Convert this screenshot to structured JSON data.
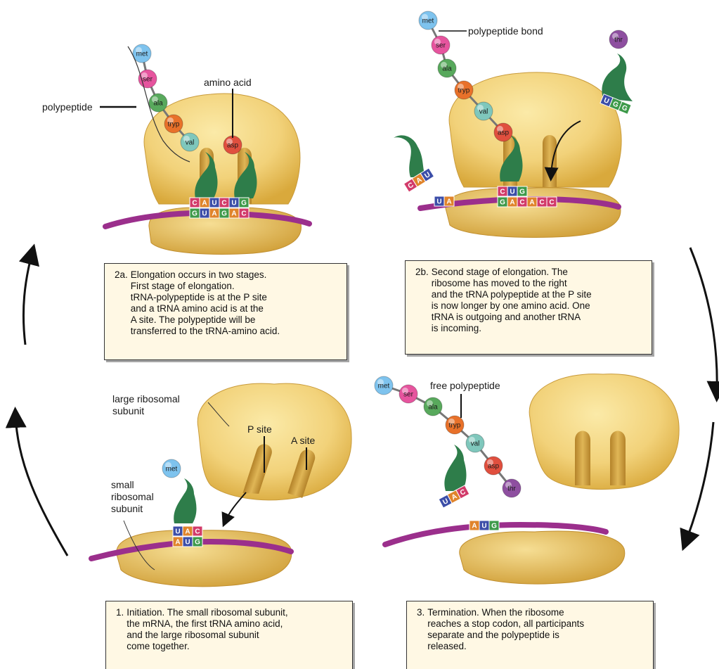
{
  "colors": {
    "ribosome_large": "#F2D27A",
    "ribosome_small": "#EBC86A",
    "mrna": "#9B2F8C",
    "trna": "#2E7D4A",
    "caption_bg": "#FFF8E4",
    "base_U": "#3C4EA8",
    "base_A": "#E0842B",
    "base_G": "#3E9A4A",
    "base_C": "#D23B6A"
  },
  "amino_acid_colors": {
    "met": "#7EC3EE",
    "ser": "#E6549E",
    "ala": "#58A95C",
    "tryp": "#E8712A",
    "val": "#7FC7BC",
    "asp": "#E04F3E",
    "thr": "#8E4FA0"
  },
  "panels": {
    "elongation_1": {
      "labels": {
        "polypeptide": "polypeptide",
        "amino_acid": "amino acid"
      },
      "chain": [
        "met",
        "ser",
        "ala",
        "tryp",
        "val"
      ],
      "incoming": "asp",
      "codons_top": [
        "C",
        "A",
        "U",
        "C",
        "U",
        "G"
      ],
      "codons_bottom": [
        "G",
        "U",
        "A",
        "G",
        "A",
        "C"
      ],
      "caption_num": "2a.",
      "caption": "Elongation occurs in two stages.\nFirst stage of elongation.\ntRNA-polypeptide is at the P site\nand a tRNA amino acid is at the\nA site. The polypeptide will be\ntransferred to the tRNA-amino acid."
    },
    "elongation_2": {
      "labels": {
        "polypeptide_bond": "polypeptide bond"
      },
      "chain": [
        "met",
        "ser",
        "ala",
        "tryp",
        "val",
        "asp"
      ],
      "incoming": "thr",
      "outgoing_anticodon": [
        "C",
        "A",
        "U"
      ],
      "incoming_anticodon": [
        "U",
        "G",
        "G"
      ],
      "codons_top": [
        "C",
        "U",
        "G"
      ],
      "codons_bottom": [
        "G",
        "A",
        "C",
        "A",
        "C",
        "C"
      ],
      "mrna_left": [
        "U",
        "A"
      ],
      "caption_num": "2b.",
      "caption": "Second stage of elongation. The\nribosome has moved to the right\nand the tRNA polypeptide at the P site\nis now longer by one amino acid. One\ntRNA is outgoing and another tRNA\nis incoming."
    },
    "initiation": {
      "labels": {
        "large_subunit": "large ribosomal\nsubunit",
        "small_subunit": "small\nribosomal\nsubunit",
        "p_site": "P site",
        "a_site": "A site"
      },
      "first_aa": "met",
      "anticodon": [
        "U",
        "A",
        "C"
      ],
      "codon": [
        "A",
        "U",
        "G"
      ],
      "caption_num": "1.",
      "caption": "Initiation. The small ribosomal subunit,\nthe mRNA, the first tRNA amino acid,\nand the large ribosomal subunit\ncome together."
    },
    "termination": {
      "labels": {
        "free_polypeptide": "free polypeptide"
      },
      "chain": [
        "met",
        "ser",
        "ala",
        "tryp",
        "val",
        "asp",
        "thr"
      ],
      "anticodon": [
        "U",
        "A",
        "C"
      ],
      "codon": [
        "A",
        "U",
        "G"
      ],
      "caption_num": "3.",
      "caption": "Termination. When the ribosome\nreaches a stop codon, all participants\nseparate and the polypeptide is\nreleased."
    }
  }
}
